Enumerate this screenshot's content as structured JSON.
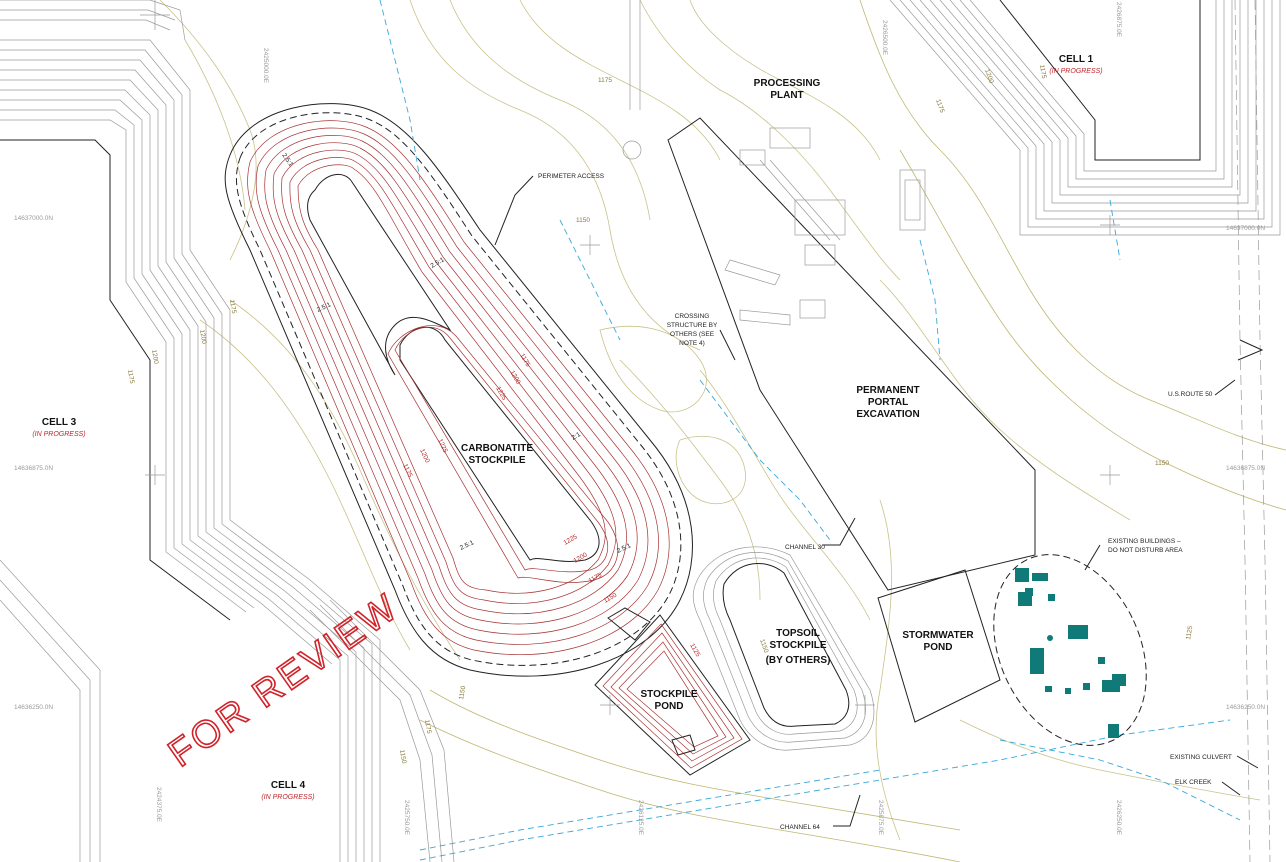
{
  "labels": {
    "cell1": "CELL 1",
    "cell1_status": "(IN PROGRESS)",
    "cell3": "CELL 3",
    "cell3_status": "(IN PROGRESS)",
    "cell4": "CELL 4",
    "cell4_status": "(IN PROGRESS)",
    "processing_plant_1": "PROCESSING",
    "processing_plant_2": "PLANT",
    "portal_1": "PERMANENT",
    "portal_2": "PORTAL",
    "portal_3": "EXCAVATION",
    "carbonatite_1": "CARBONATITE",
    "carbonatite_2": "STOCKPILE",
    "topsoil_1": "TOPSOIL",
    "topsoil_2": "STOCKPILE",
    "topsoil_3": "(BY OTHERS)",
    "stormwater_1": "STORMWATER",
    "stormwater_2": "POND",
    "stockpile_pond_1": "STOCKPILE",
    "stockpile_pond_2": "POND"
  },
  "callouts": {
    "perimeter_access": "PERIMETER ACCESS",
    "crossing_1": "CROSSING",
    "crossing_2": "STRUCTURE BY",
    "crossing_3": "OTHERS (SEE",
    "crossing_4": "NOTE 4)",
    "us_route": "U.S.ROUTE 50",
    "channel_30": "CHANNEL 30",
    "channel_64": "CHANNEL 64",
    "existing_buildings_1": "EXISTING BUILDINGS –",
    "existing_buildings_2": "DO NOT DISTURB AREA",
    "existing_culvert": "EXISTING CULVERT",
    "elk_creek": "ELK CREEK"
  },
  "grid_labels": {
    "e_2425000": "2425000.0E",
    "e_2426500": "2426500.0E",
    "e_2426875": "2426875.0E",
    "e_2424375": "2424375.0E",
    "e_2425750": "2425750.0E",
    "e_2426125": "2426125.0E",
    "e_2425875": "2425875.0E",
    "e_2426250": "2426250.0E",
    "n_14637000_w": "14637000.0N",
    "n_14636875_w": "14636875.0N",
    "n_14636250_w": "14636250.0N",
    "n_14637000_e": "14637000.0N",
    "n_14636875_e": "14636875.0N",
    "n_14636250_e": "14636250.0N"
  },
  "contours": {
    "c1175": "1175",
    "c1200": "1200",
    "c1150": "1150",
    "c1125": "1125",
    "c1225": "1225"
  },
  "slopes": {
    "s25": "2.5:1",
    "s2": "2:1"
  },
  "stamp": "FOR REVIEW",
  "colors": {
    "stamp": "#d0232a",
    "status_text": "#c0272d",
    "contour": "#c9c28a",
    "drainage": "#3aa8d8",
    "stockpile_contours": "#a83232",
    "buildings": "#0f7a78"
  }
}
